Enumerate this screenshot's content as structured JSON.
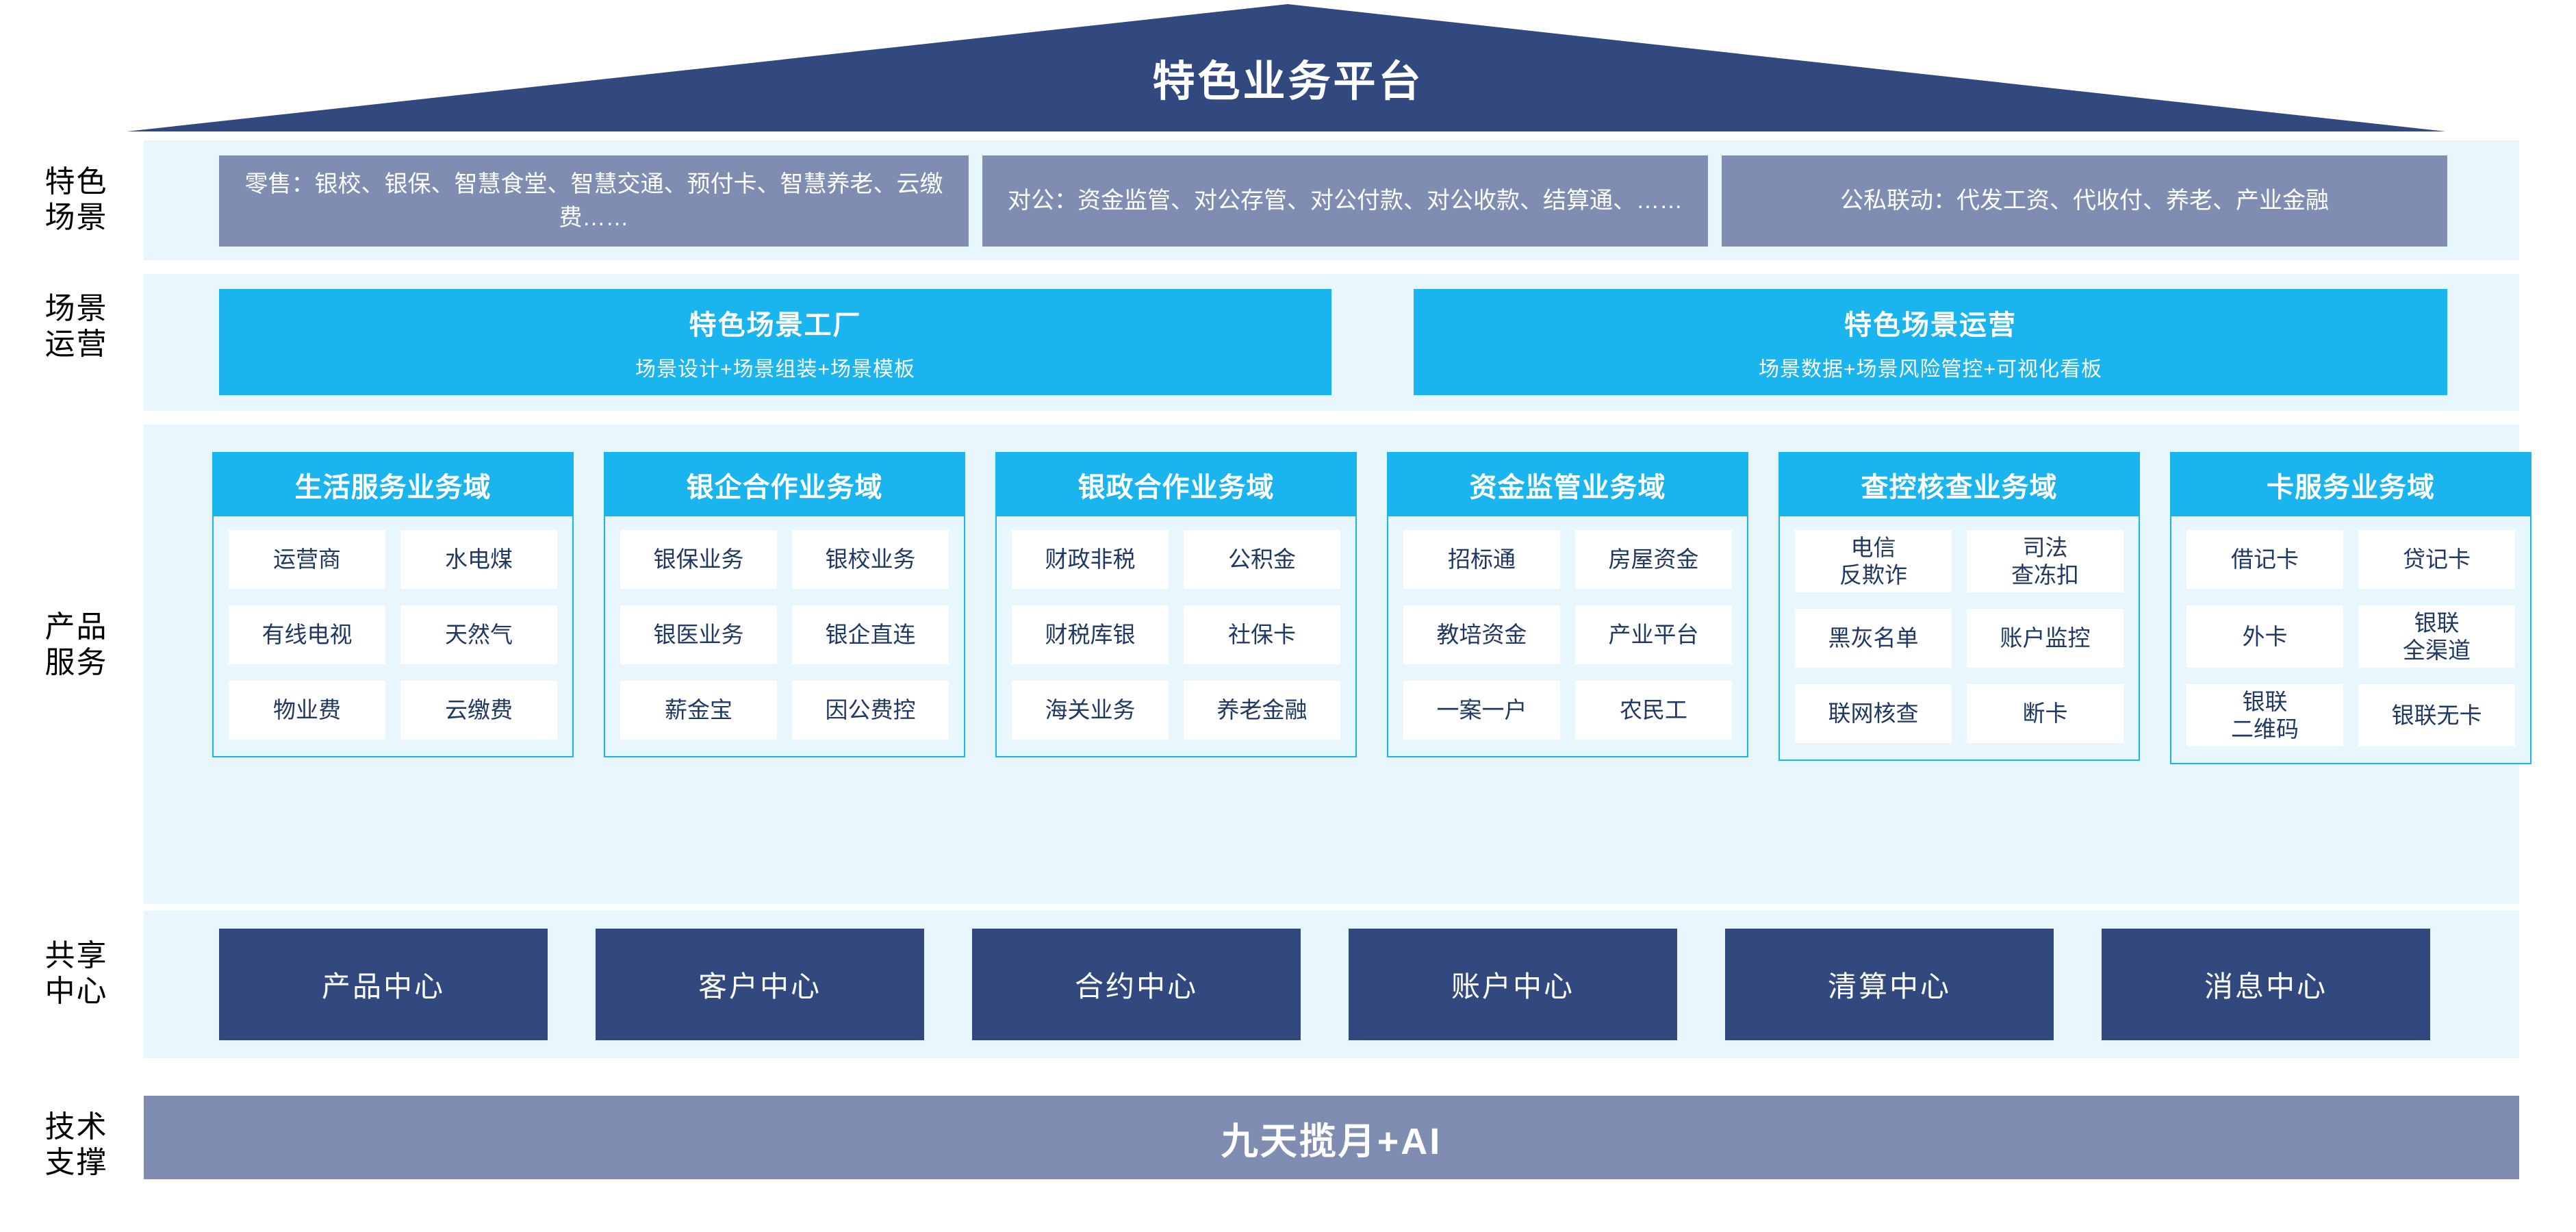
{
  "header": {
    "title": "特色业务平台",
    "roof_color": "#31497f"
  },
  "row_labels": {
    "scenes": "特色\n场景",
    "operations": "场景\n运营",
    "products": "产品\n服务",
    "centers": "共享\n中心",
    "tech": "技术\n支撑"
  },
  "scenes": {
    "items": [
      {
        "text": "零售：银校、银保、智慧食堂、智慧交通、预付卡、智慧养老、云缴费……"
      },
      {
        "text": "对公：资金监管、对公存管、对公付款、对公收款、结算通、……"
      },
      {
        "text": "公私联动：代发工资、代收付、养老、产业金融"
      }
    ],
    "box_color": "#7f8db3"
  },
  "operations": {
    "items": [
      {
        "title": "特色场景工厂",
        "subtitle": "场景设计+场景组装+场景模板"
      },
      {
        "title": "特色场景运营",
        "subtitle": "场景数据+场景风险管控+可视化看板"
      }
    ],
    "box_color": "#1ab4ef"
  },
  "product_domains": [
    {
      "title": "生活服务业务域",
      "cells": [
        "运营商",
        "水电煤",
        "有线电视",
        "天然气",
        "物业费",
        "云缴费"
      ]
    },
    {
      "title": "银企合作业务域",
      "cells": [
        "银保业务",
        "银校业务",
        "银医业务",
        "银企直连",
        "薪金宝",
        "因公费控"
      ]
    },
    {
      "title": "银政合作业务域",
      "cells": [
        "财政非税",
        "公积金",
        "财税库银",
        "社保卡",
        "海关业务",
        "养老金融"
      ]
    },
    {
      "title": "资金监管业务域",
      "cells": [
        "招标通",
        "房屋资金",
        "教培资金",
        "产业平台",
        "一案一户",
        "农民工"
      ]
    },
    {
      "title": "查控核查业务域",
      "cells": [
        "电信\n反欺诈",
        "司法\n查冻扣",
        "黑灰名单",
        "账户监控",
        "联网核查",
        "断卡"
      ]
    },
    {
      "title": "卡服务业务域",
      "cells": [
        "借记卡",
        "贷记卡",
        "外卡",
        "银联\n全渠道",
        "银联\n二维码",
        "银联无卡"
      ]
    }
  ],
  "shared_centers": {
    "items": [
      "产品中心",
      "客户中心",
      "合约中心",
      "账户中心",
      "清算中心",
      "消息中心"
    ],
    "box_color": "#31497f"
  },
  "tech_support": {
    "label": "九天揽月+AI",
    "box_color": "#7f8db3"
  },
  "palette": {
    "band_background": "#e8f7fd",
    "cyan": "#1ab4ef",
    "slate": "#7f8db3",
    "navy": "#31497f",
    "text_navy": "#1f3864"
  }
}
